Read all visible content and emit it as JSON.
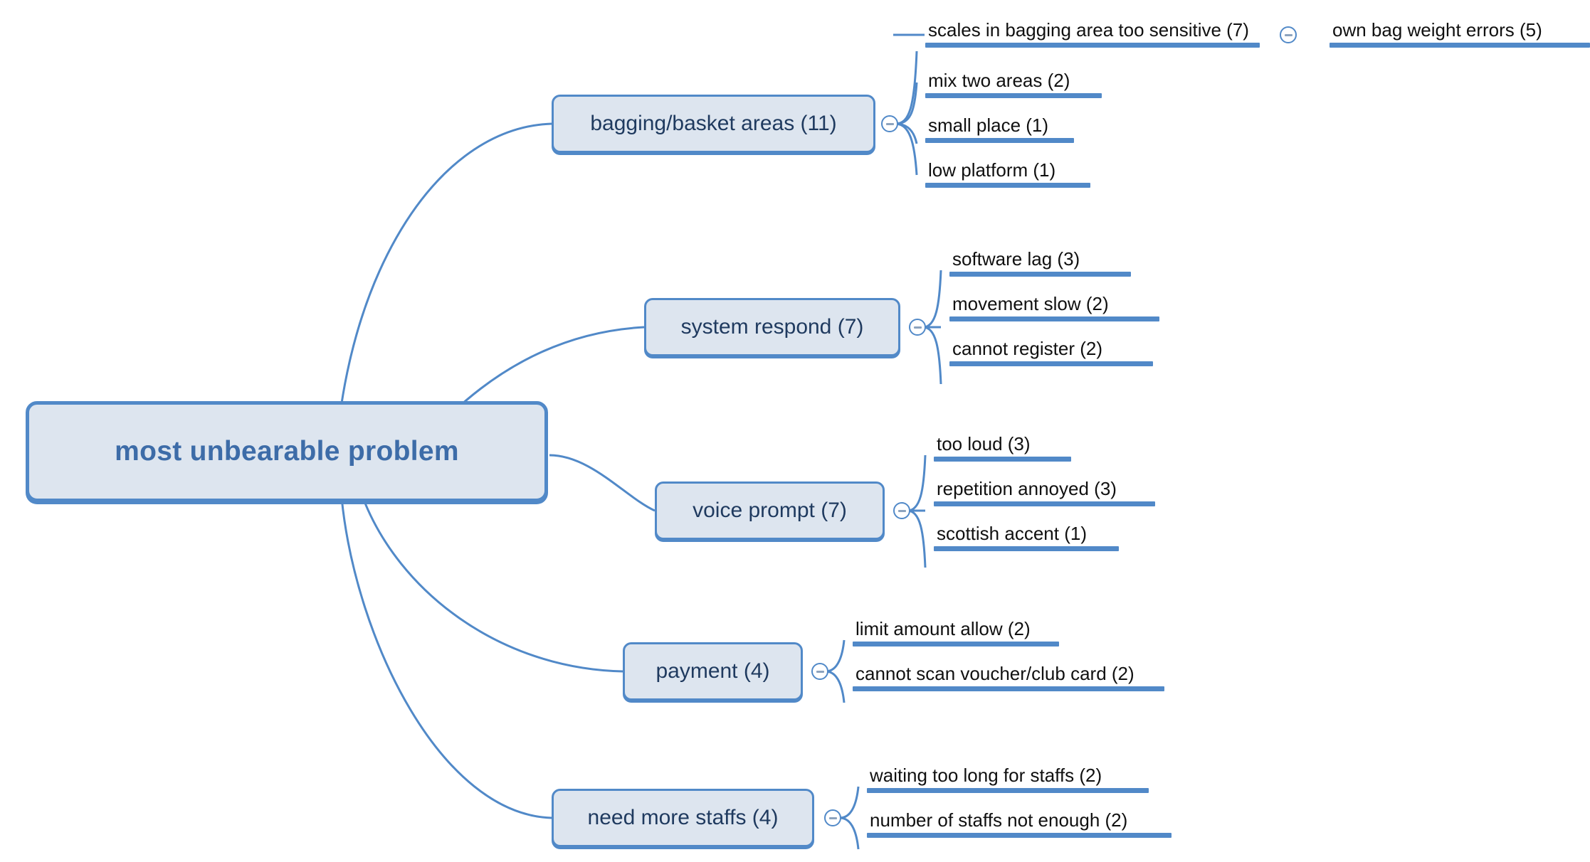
{
  "theme": {
    "background": "#ffffff",
    "node_fill": "#dde5ef",
    "node_border": "#5189c8",
    "root_text_color": "#3d6ca8",
    "branch_text_color": "#1f3a5f",
    "leaf_text_color": "#101010",
    "bar_color": "#5189c8",
    "connector_color": "#5189c8"
  },
  "icons": {
    "collapse": "minus-circle-icon"
  },
  "mindmap": {
    "root": {
      "label": "most unbearable problem"
    },
    "branches": [
      {
        "label": "bagging/basket areas (11)",
        "children": [
          {
            "label": "scales in bagging area too sensitive (7)",
            "children": [
              {
                "label": "own bag weight errors (5)"
              }
            ]
          },
          {
            "label": "mix two areas (2)"
          },
          {
            "label": "small place (1)"
          },
          {
            "label": "low platform (1)"
          }
        ]
      },
      {
        "label": "system respond (7)",
        "children": [
          {
            "label": "software lag (3)"
          },
          {
            "label": "movement slow (2)"
          },
          {
            "label": "cannot register (2)"
          }
        ]
      },
      {
        "label": "voice prompt (7)",
        "children": [
          {
            "label": "too loud (3)"
          },
          {
            "label": "repetition annoyed (3)"
          },
          {
            "label": "scottish accent (1)"
          }
        ]
      },
      {
        "label": "payment (4)",
        "children": [
          {
            "label": "limit amount allow (2)"
          },
          {
            "label": "cannot scan voucher/club card (2)"
          }
        ]
      },
      {
        "label": "need more staffs (4)",
        "children": [
          {
            "label": "waiting too long for staffs (2)"
          },
          {
            "label": "number of staffs not enough (2)"
          }
        ]
      }
    ]
  }
}
